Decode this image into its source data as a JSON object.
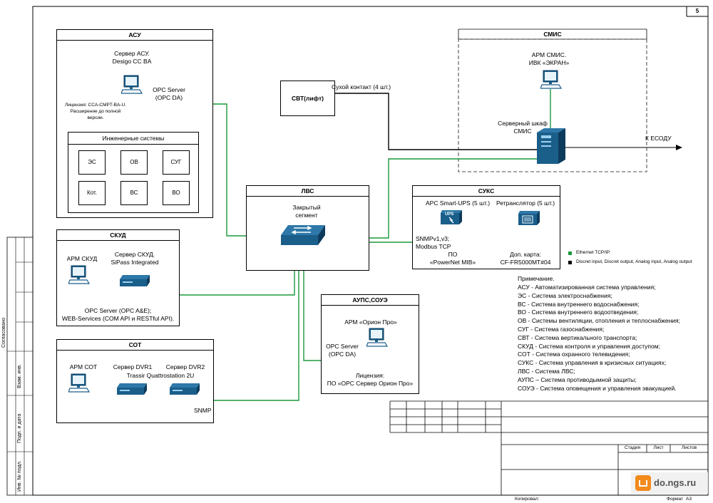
{
  "sheet_number": "5",
  "asu": {
    "title": "АСУ",
    "server_line1": "Сервер АСУ.",
    "server_line2": "Desigo CC BA",
    "opc_line1": "OPC Server",
    "opc_line2": "(OPC DA)",
    "license_line1": "Лицензия: CCA-CMPT-BA-U.",
    "license_line2": "Расширение до полной",
    "license_line3": "версии.",
    "eng_title": "Инженерные системы",
    "systems": [
      "ЭС",
      "ОВ",
      "СУГ",
      "Кот.",
      "ВС",
      "ВО"
    ]
  },
  "svt": {
    "title": "СВТ(лифт)",
    "contact": "Сухой контакт (4 шт.)"
  },
  "smis": {
    "title": "СМИС",
    "arm_line1": "АРМ СМИС.",
    "arm_line2": "ИВК «ЭКРАН»",
    "cab_line1": "Серверный шкаф",
    "cab_line2": "СМИС",
    "to_esodu": "К ЕСОДУ"
  },
  "lvs": {
    "title": "ЛВС",
    "seg_line1": "Закрытый",
    "seg_line2": "сегмент"
  },
  "suks": {
    "title": "СУКС",
    "ups": "APC Smart-UPS (5 шт.)",
    "ups_label": "UPS",
    "repeater": "Ретранслятор (5 шт.)",
    "snmp_line1": "SNMPv1,v3;",
    "snmp_line2": "Modbus TCP",
    "po_line1": "ПО",
    "po_line2": "«PowerNet MIB»",
    "card_line1": "Доп. карта:",
    "card_line2": "CF-FR5000MT#04"
  },
  "legend": {
    "ethernet": "Ethernet TCP/IP",
    "discret": "Discret input, Discret output, Analog input, Analog output",
    "ethernet_color": "#1a9a3a",
    "discret_color": "#000000"
  },
  "skud": {
    "title": "СКУД",
    "arm": "АРМ СКУД",
    "server_line1": "Сервер СКУД.",
    "server_line2": "SiPass Integrated",
    "opc_line1": "OPC Server (OPC A&E);",
    "opc_line2": "WEB-Services (COM API и RESTful API)."
  },
  "aups": {
    "title": "АУПС,СОУЭ",
    "arm": "АРМ «Орион Про»",
    "opc_line1": "OPC Server",
    "opc_line2": "(OPC DA)",
    "license_line1": "Лицензия:",
    "license_line2": "ПО «ОРС Сервер Орион Про»"
  },
  "sot": {
    "title": "СОТ",
    "arm": "АРМ СОТ",
    "dvr1": "Сервер DVR1",
    "dvr2": "Сервер DVR2",
    "trassir": "Trassir Quattrostation 2U",
    "snmp": "SNMP"
  },
  "notes": {
    "title": "Примечание.",
    "items": [
      "АСУ - Автоматизированная система управления;",
      "ЭС - Система электроснабжения;",
      "ВС - Система внутреннего водоснабжения;",
      "ВО - Система внутреннего водоотведения;",
      "ОВ - Системы вентиляции, отопления и теплоснабжения;",
      "СУГ - Система газоснабжения;",
      "СВТ - Система вертикального транспорта;",
      "СКУД - Система контроля и управления доступом;",
      "СОТ - Система охранного телевидения;",
      "СУКС - Система управления в кризисных ситуациях;",
      "ЛВС - Система ЛВС;",
      "АУПС – Система противодымной защиты;",
      "СОУЭ - Система оповещения и управления эвакуацией."
    ]
  },
  "titleblock": {
    "stadia": "Стадия",
    "list": "Лист",
    "listov": "Листов",
    "kopiroval": "Копировал:",
    "format": "Формат",
    "format_value": "А3"
  },
  "side": {
    "soglasovano": "Согласовано",
    "vzam": "Взам. инв.",
    "podp": "Подп. и дата",
    "inv": "Инв. № подл."
  },
  "watermark": "do.ngs.ru"
}
